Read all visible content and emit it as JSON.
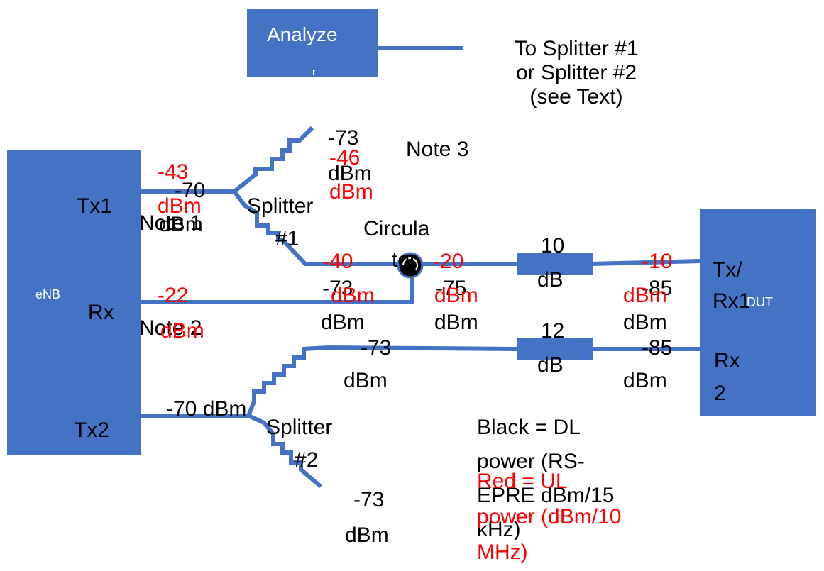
{
  "colors": {
    "box": "#4472c4",
    "line": "#4472c4",
    "dl_text": "#000000",
    "ul_text": "#ff0000",
    "circulator": "#000000"
  },
  "boxes": {
    "analyzer": "Analyze",
    "analyzer_cut": "r",
    "enb": "eNB",
    "dut": "DUT"
  },
  "ports": {
    "tx1": "Tx1",
    "rx": "Rx",
    "tx2": "Tx2",
    "tx_rx1_a": "Tx/",
    "tx_rx1_b": "Rx1",
    "rx2_a": "Rx",
    "rx2_b": "2"
  },
  "analyzer_note": [
    "To Splitter #1",
    "or Splitter #2",
    "(see Text)"
  ],
  "components": {
    "splitter1_a": "Splitter",
    "splitter1_b": "#1",
    "splitter2_a": "Splitter",
    "splitter2_b": "#2",
    "circulator_a": "Circula",
    "circulator_b": "tor",
    "att1_a": "10",
    "att1_b": "dB",
    "att2_a": "12",
    "att2_b": "dB"
  },
  "notes": {
    "note1": "Note 1",
    "note2": "Note 2",
    "note3": "Note 3"
  },
  "dl_power": {
    "tx1_val": "-70",
    "tx1_unit": "dBm",
    "s1_top_val": "-73",
    "s1_top_unit": "dBm",
    "circ_in_val": "-73",
    "circ_in_unit": "dBm",
    "circ_out_val": "-75",
    "circ_out_unit": "dBm",
    "dut_tx_val": "-85",
    "dut_tx_unit": "dBm",
    "tx2": "-70 dBm",
    "s2_top_val": "-73",
    "s2_top_unit": "dBm",
    "dut_rx2_val": "-85",
    "dut_rx2_unit": "dBm",
    "s2_bot_val": "-73",
    "s2_bot_unit": "dBm"
  },
  "ul_power": {
    "tx1_val": "-43",
    "tx1_unit": "dBm",
    "s1_top_val": "-46",
    "s1_top_unit": "dBm",
    "circ_in_val": "-40",
    "circ_in_unit": "dBm",
    "circ_out_val": "-20",
    "circ_out_unit": "dBm",
    "dut_val": "-10",
    "dut_unit": "dBm",
    "rx_val": "-22",
    "rx_unit": "dBm"
  },
  "legend": {
    "black": [
      "Black = DL",
      "power (RS-",
      "EPRE dBm/15",
      "kHz)"
    ],
    "red": [
      "Red = UL",
      "power (dBm/10",
      "MHz)"
    ]
  }
}
